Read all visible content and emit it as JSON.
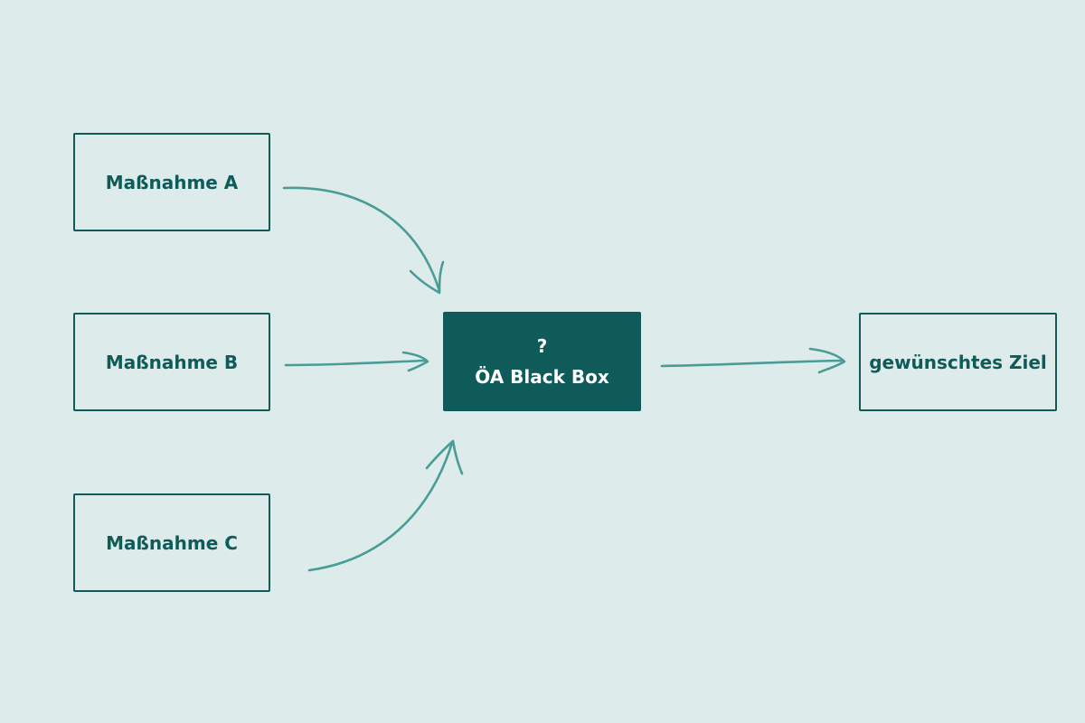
{
  "colors": {
    "background": "#ddecea",
    "box_border": "#0f5b59",
    "box_text": "#0f5b59",
    "center_fill": "#0f5b59",
    "center_text": "#ffffff",
    "arrow": "#4a9c98"
  },
  "nodes": {
    "measure_a": "Maßnahme A",
    "measure_b": "Maßnahme B",
    "measure_c": "Maßnahme C",
    "center_symbol": "?",
    "center_label": "ÖA Black Box",
    "goal": "gewünschtes Ziel"
  },
  "edges": [
    {
      "from": "Maßnahme A",
      "to": "ÖA Black Box"
    },
    {
      "from": "Maßnahme B",
      "to": "ÖA Black Box"
    },
    {
      "from": "Maßnahme C",
      "to": "ÖA Black Box"
    },
    {
      "from": "ÖA Black Box",
      "to": "gewünschtes Ziel"
    }
  ]
}
